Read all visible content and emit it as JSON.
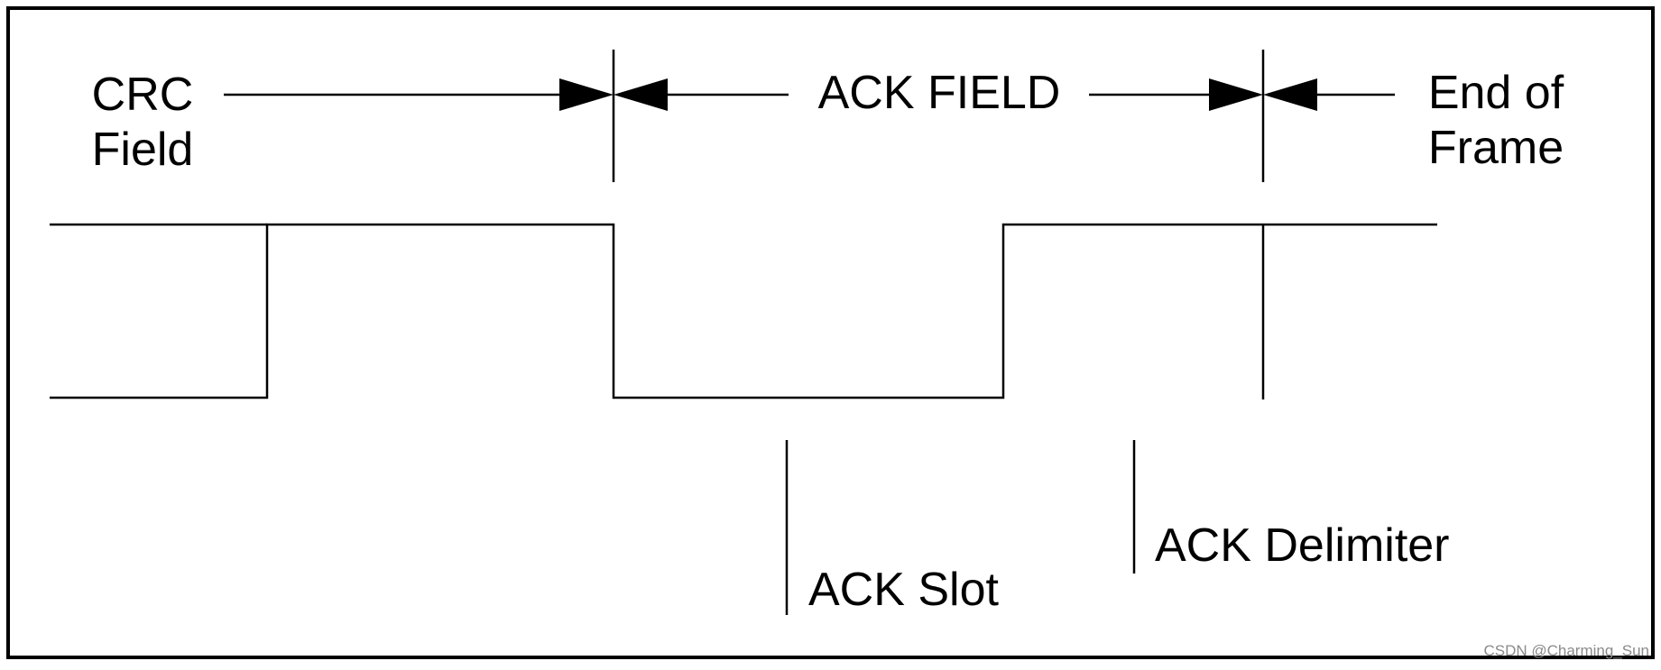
{
  "labels": {
    "crc_line1": "CRC",
    "crc_line2": "Field",
    "ack_field": "ACK FIELD",
    "eof_line1": "End of",
    "eof_line2": "Frame",
    "ack_slot": "ACK Slot",
    "ack_delimiter": "ACK Delimiter"
  },
  "watermark": "CSDN @Charming_Sun",
  "colors": {
    "line": "#000000",
    "background": "#ffffff",
    "watermark": "#8a8a8a"
  }
}
